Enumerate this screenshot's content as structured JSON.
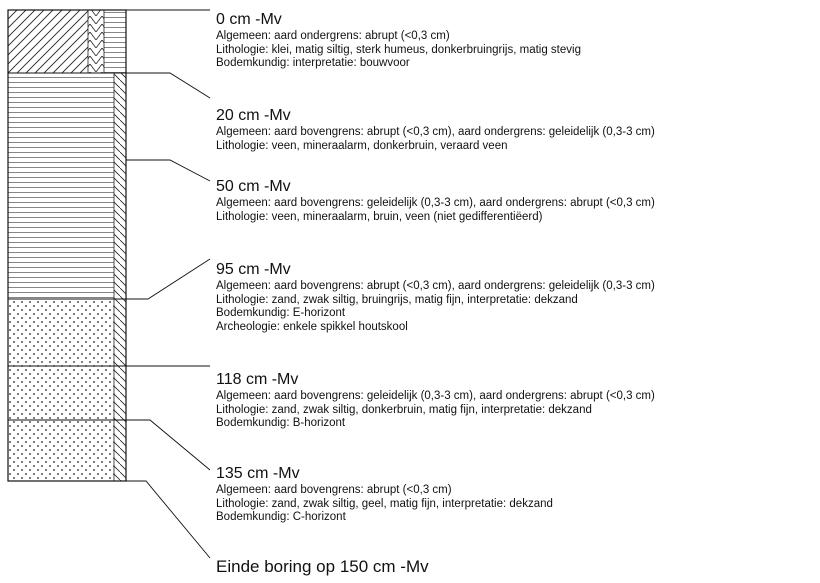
{
  "layers": [
    {
      "depth": "0 cm -Mv",
      "lines": [
        "Algemeen: aard ondergrens: abrupt (<0,3 cm)",
        "Lithologie: klei, matig siltig, sterk humeus, donkerbruingrijs, matig stevig",
        "Bodemkundig: interpretatie: bouwvoor"
      ]
    },
    {
      "depth": "20 cm -Mv",
      "lines": [
        "Algemeen: aard bovengrens: abrupt (<0,3 cm), aard ondergrens: geleidelijk (0,3-3 cm)",
        "Lithologie: veen, mineraalarm, donkerbruin, veraard veen"
      ]
    },
    {
      "depth": "50 cm -Mv",
      "lines": [
        "Algemeen: aard bovengrens: geleidelijk (0,3-3 cm), aard ondergrens: abrupt (<0,3 cm)",
        "Lithologie: veen, mineraalarm, bruin, veen (niet gedifferentiëerd)"
      ]
    },
    {
      "depth": "95 cm -Mv",
      "lines": [
        "Algemeen: aard bovengrens: abrupt (<0,3 cm), aard ondergrens: geleidelijk (0,3-3 cm)",
        "Lithologie: zand, zwak siltig, bruingrijs, matig fijn, interpretatie: dekzand",
        "Bodemkundig: E-horizont",
        "Archeologie: enkele spikkel houtskool"
      ]
    },
    {
      "depth": "118 cm -Mv",
      "lines": [
        "Algemeen: aard bovengrens: geleidelijk (0,3-3 cm), aard ondergrens: abrupt (<0,3 cm)",
        "Lithologie: zand, zwak siltig, donkerbruin, matig fijn, interpretatie: dekzand",
        "Bodemkundig: B-horizont"
      ]
    },
    {
      "depth": "135 cm -Mv",
      "lines": [
        "Algemeen: aard bovengrens: abrupt (<0,3 cm)",
        "Lithologie: zand, zwak siltig, geel, matig fijn, interpretatie: dekzand",
        "Bodemkundig: C-horizont"
      ]
    }
  ],
  "end_label": "Einde boring op 150 cm -Mv"
}
